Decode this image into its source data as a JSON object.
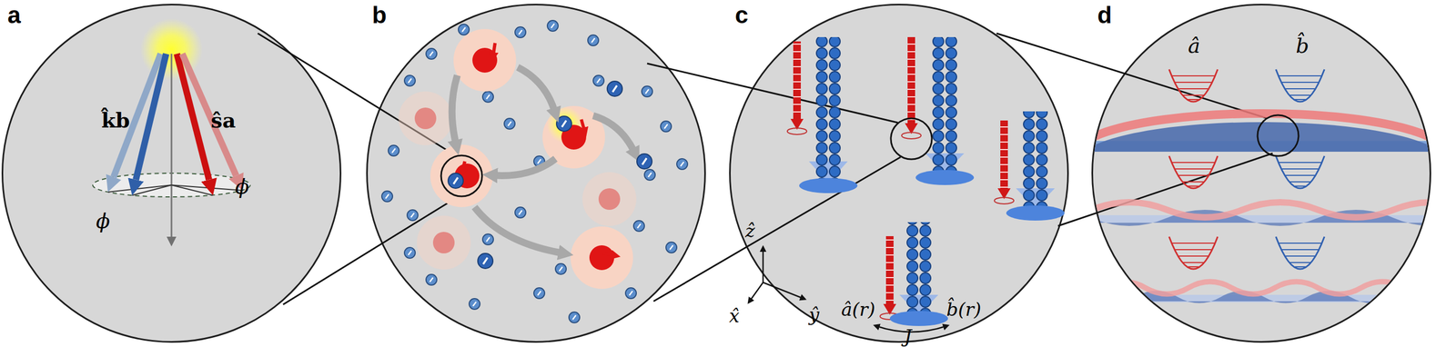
{
  "diagram": {
    "nodes": [
      {
        "text": [
          "a",
          "k̂b",
          "ŝa",
          "ϕ",
          "ϕ"
        ]
      },
      {
        "text": [
          "b"
        ]
      },
      {
        "text": [
          "c",
          "â(r)",
          "b̂(r)",
          "J"
        ]
      },
      {
        "text": [
          "d",
          "â",
          "b̂"
        ]
      }
    ],
    "labels": [
      "ẑ",
      "x̂",
      "ŷ"
    ]
  }
}
